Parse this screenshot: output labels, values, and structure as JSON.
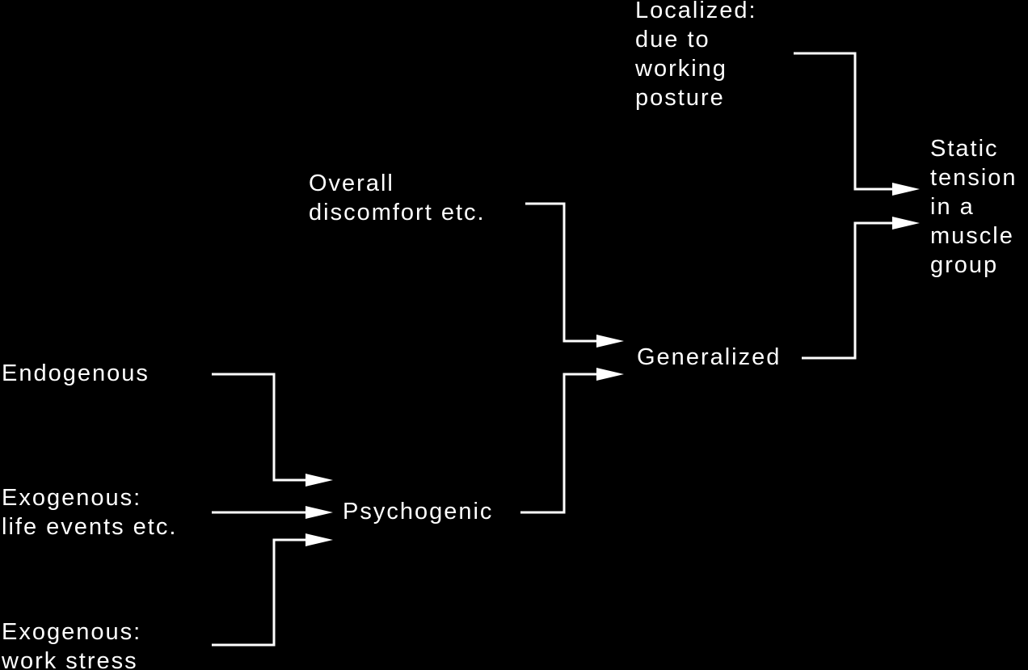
{
  "diagram": {
    "nodes": {
      "localized": {
        "lines": [
          "Localized:",
          "due to",
          "working",
          "posture"
        ]
      },
      "static_tension": {
        "lines": [
          "Static",
          "tension",
          "in a",
          "muscle",
          "group"
        ]
      },
      "overall": {
        "lines": [
          "Overall",
          "discomfort etc."
        ]
      },
      "generalized": {
        "lines": [
          "Generalized"
        ]
      },
      "endogenous": {
        "lines": [
          "Endogenous"
        ]
      },
      "exogenous_life": {
        "lines": [
          "Exogenous:",
          "life events etc."
        ]
      },
      "psychogenic": {
        "lines": [
          "Psychogenic"
        ]
      },
      "exogenous_work": {
        "lines": [
          "Exogenous:",
          "work stress"
        ]
      }
    },
    "edges": [
      {
        "from": "endogenous",
        "to": "psychogenic"
      },
      {
        "from": "exogenous_life",
        "to": "psychogenic"
      },
      {
        "from": "exogenous_work",
        "to": "psychogenic"
      },
      {
        "from": "overall",
        "to": "generalized"
      },
      {
        "from": "psychogenic",
        "to": "generalized"
      },
      {
        "from": "localized",
        "to": "static_tension"
      },
      {
        "from": "generalized",
        "to": "static_tension"
      }
    ],
    "colors": {
      "background": "#000000",
      "foreground": "#ffffff"
    }
  }
}
